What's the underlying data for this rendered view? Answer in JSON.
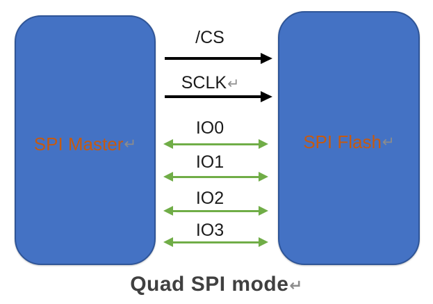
{
  "diagram": {
    "left_box": {
      "label": "SPI Master",
      "return_mark": "↵"
    },
    "right_box": {
      "label": "SPI Flash",
      "return_mark": "↵"
    },
    "signals": [
      {
        "label": "/CS",
        "direction": "right",
        "color": "#000000"
      },
      {
        "label": "SCLK",
        "return_mark": "↵",
        "direction": "right",
        "color": "#000000"
      },
      {
        "label": "IO0",
        "direction": "both",
        "color": "#70AD47"
      },
      {
        "label": "IO1",
        "direction": "both",
        "color": "#70AD47"
      },
      {
        "label": "IO2",
        "direction": "both",
        "color": "#70AD47"
      },
      {
        "label": "IO3",
        "direction": "both",
        "color": "#70AD47"
      }
    ],
    "title": {
      "text": "Quad SPI mode",
      "return_mark": "↵"
    },
    "colors": {
      "box_fill": "#4472C4",
      "box_border": "#2F5597",
      "box_label": "#C55A11",
      "arrow_black": "#000000",
      "arrow_green": "#70AD47",
      "title_text": "#404040",
      "return_mark": "#8C8C8C"
    }
  }
}
